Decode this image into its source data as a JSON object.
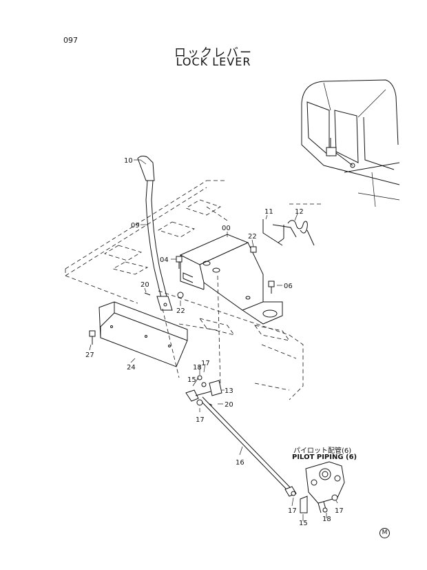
{
  "header": {
    "page_number": "097",
    "title_jp": "ロックレバー",
    "title_en": "LOCK LEVER"
  },
  "note": {
    "label_jp": "パイロット配管(6)",
    "label_en": "PILOT PIPING (6)"
  },
  "mark": "M",
  "callouts": [
    {
      "id": "c10",
      "label": "10"
    },
    {
      "id": "c09",
      "label": "09"
    },
    {
      "id": "c11",
      "label": "11"
    },
    {
      "id": "c12",
      "label": "12"
    },
    {
      "id": "c00",
      "label": "00"
    },
    {
      "id": "c22a",
      "label": "22"
    },
    {
      "id": "c04",
      "label": "04"
    },
    {
      "id": "c06",
      "label": "06"
    },
    {
      "id": "c20a",
      "label": "20"
    },
    {
      "id": "c22b",
      "label": "22"
    },
    {
      "id": "c27",
      "label": "27"
    },
    {
      "id": "c24",
      "label": "24"
    },
    {
      "id": "c18a",
      "label": "18"
    },
    {
      "id": "c17a",
      "label": "17"
    },
    {
      "id": "c15a",
      "label": "15"
    },
    {
      "id": "c13",
      "label": "13"
    },
    {
      "id": "c20b",
      "label": "20"
    },
    {
      "id": "c17b",
      "label": "17"
    },
    {
      "id": "c16",
      "label": "16"
    },
    {
      "id": "c17c",
      "label": "17"
    },
    {
      "id": "c15b",
      "label": "15"
    },
    {
      "id": "c18b",
      "label": "18"
    },
    {
      "id": "c17d",
      "label": "17"
    }
  ]
}
